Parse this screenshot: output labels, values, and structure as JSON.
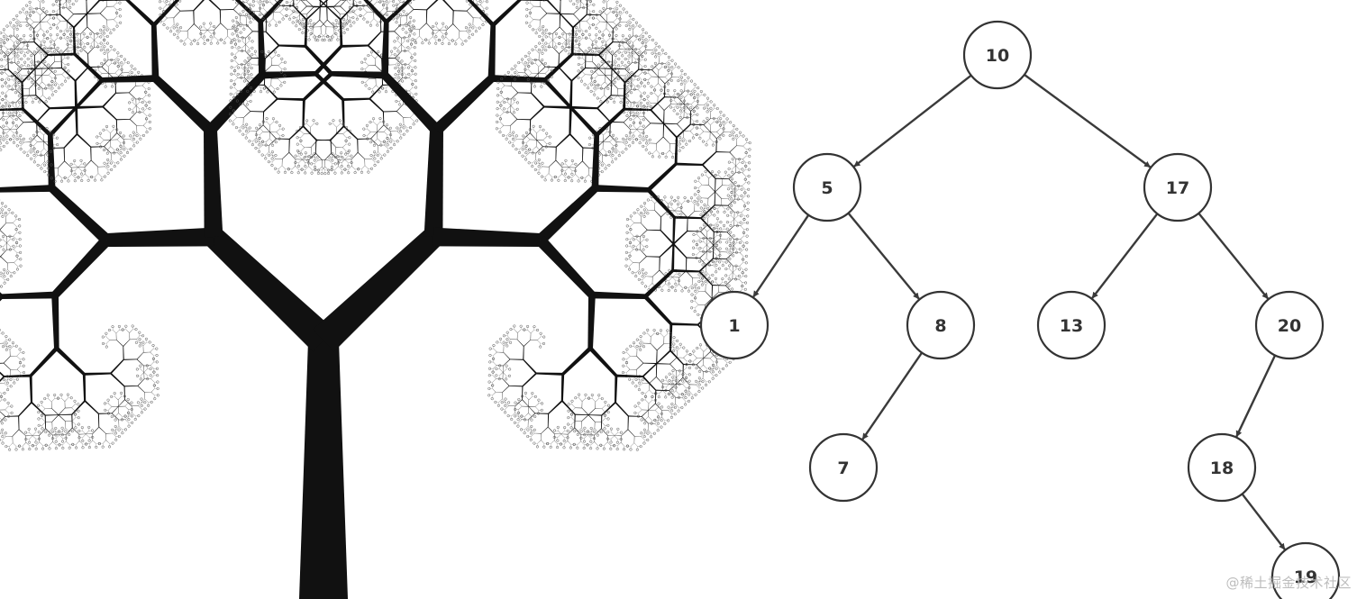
{
  "colors": {
    "fractal": "#111111",
    "edge": "#3a3a3a",
    "node_stroke": "#333333",
    "node_fill": "#ffffff",
    "label": "#333333",
    "watermark": "#bdbdbd"
  },
  "fractal_tree": {
    "icon": "pythagoras-fractal-tree"
  },
  "binary_tree": {
    "nodes": [
      {
        "id": "n10",
        "label": "10"
      },
      {
        "id": "n5",
        "label": "5"
      },
      {
        "id": "n17",
        "label": "17"
      },
      {
        "id": "n1",
        "label": "1"
      },
      {
        "id": "n8",
        "label": "8"
      },
      {
        "id": "n13",
        "label": "13"
      },
      {
        "id": "n20",
        "label": "20"
      },
      {
        "id": "n7",
        "label": "7"
      },
      {
        "id": "n18",
        "label": "18"
      },
      {
        "id": "n19",
        "label": "19"
      }
    ],
    "edges": [
      {
        "from": "n10",
        "to": "n5"
      },
      {
        "from": "n10",
        "to": "n17"
      },
      {
        "from": "n5",
        "to": "n1"
      },
      {
        "from": "n5",
        "to": "n8"
      },
      {
        "from": "n17",
        "to": "n13"
      },
      {
        "from": "n17",
        "to": "n20"
      },
      {
        "from": "n8",
        "to": "n7"
      },
      {
        "from": "n20",
        "to": "n18"
      },
      {
        "from": "n18",
        "to": "n19"
      }
    ]
  },
  "watermark": "@稀土掘金技术社区"
}
